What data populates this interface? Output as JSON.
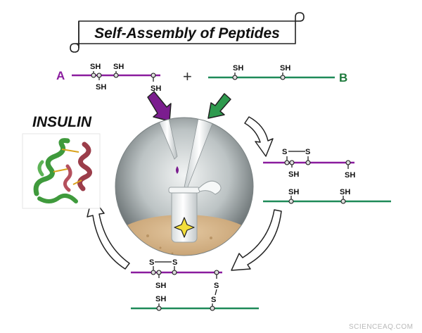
{
  "title": "Self-Assembly of Peptides",
  "product_label": "INSULIN",
  "chains": {
    "a_label": "A",
    "b_label": "B",
    "plus": "+",
    "thiol": "SH",
    "sulfur": "S"
  },
  "watermark": "SCIENCEAQ.COM",
  "colors": {
    "chain_a": "#8a1c9e",
    "chain_b": "#1e8a58",
    "arrow_a": "#7b1d8f",
    "arrow_b": "#2e9a4e",
    "helix_green": "#3f9a3c",
    "helix_red": "#9b3d4a"
  },
  "icons": {
    "pipette": "pipette-icon",
    "tube": "microcentrifuge-tube-icon",
    "sparkle": "sparkle-star-icon"
  }
}
